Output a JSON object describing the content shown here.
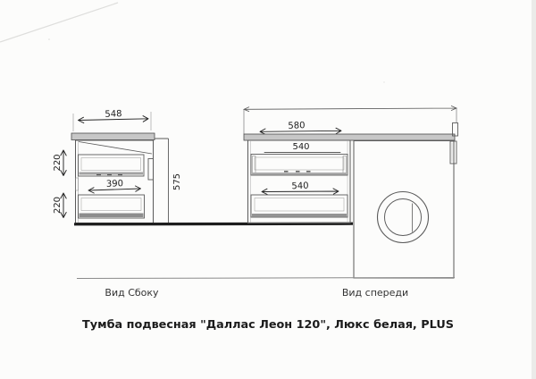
{
  "drawing": {
    "title": "Тумба подвесная \"Даллас Леон 120\", Люкс белая, PLUS",
    "side_view": {
      "label": "Вид Сбоку",
      "dims": {
        "width": "548",
        "drawer_top": "220",
        "drawer_bottom": "220",
        "inner": "390",
        "height": "575"
      }
    },
    "front_view": {
      "label": "Вид спереди",
      "dims": {
        "width": "580",
        "drawer_top": "540",
        "drawer_bottom": "540"
      }
    },
    "colors": {
      "ink": "#5a5a5a",
      "handwriting": "#262626",
      "countertop_fill": "#c7c7c7",
      "paper": "#fcfcfb"
    }
  }
}
